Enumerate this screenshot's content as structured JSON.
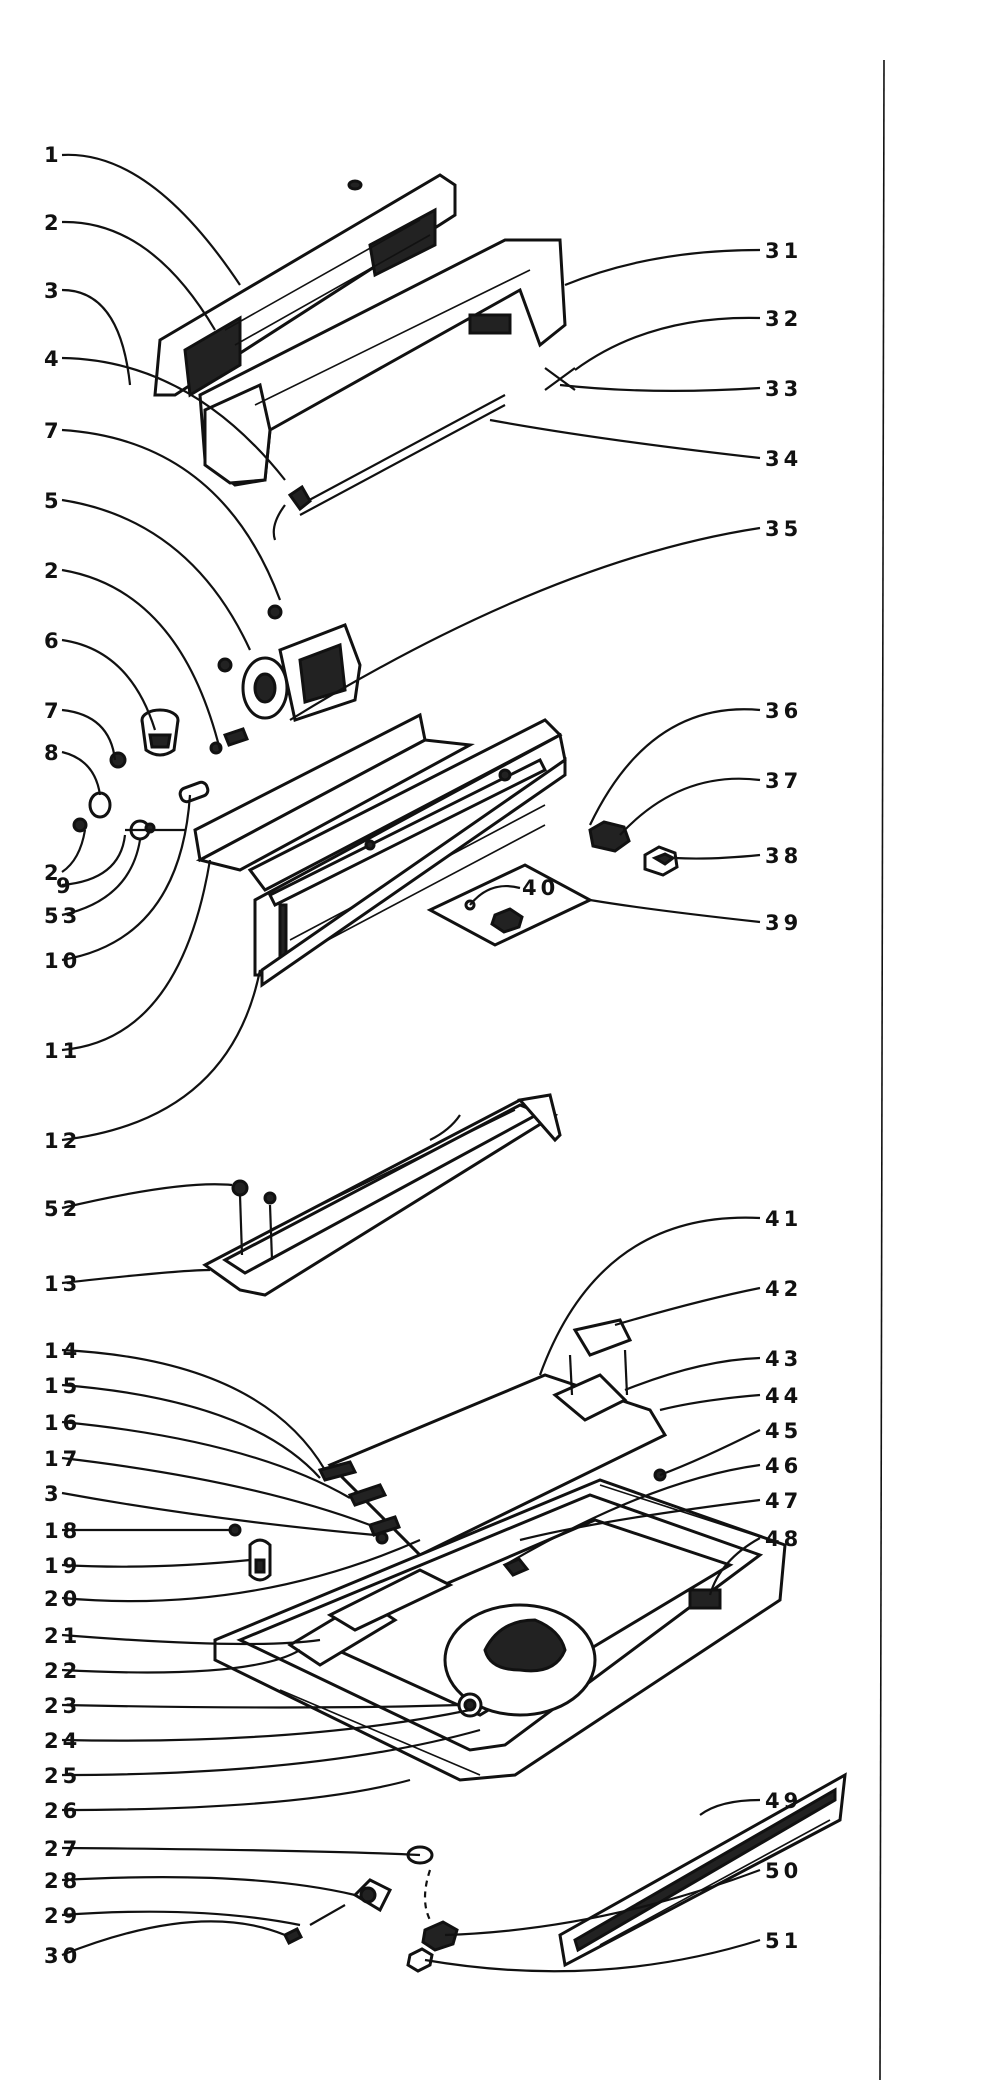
{
  "labels_left": [
    "1",
    "2",
    "3",
    "4",
    "7",
    "5",
    "2",
    "6",
    "7",
    "8",
    "2",
    "9",
    "53",
    "10",
    "11",
    "12",
    "52",
    "13",
    "14",
    "15",
    "16",
    "17",
    "3",
    "18",
    "19",
    "20",
    "21",
    "22",
    "23",
    "24",
    "25",
    "26",
    "27",
    "28",
    "29",
    "30"
  ],
  "labels_right": [
    "31",
    "32",
    "33",
    "34",
    "35",
    "36",
    "37",
    "38",
    "39",
    "40",
    "41",
    "42",
    "43",
    "44",
    "45",
    "46",
    "47",
    "48",
    "49",
    "50",
    "51"
  ],
  "icon": "exploded-parts-diagram"
}
